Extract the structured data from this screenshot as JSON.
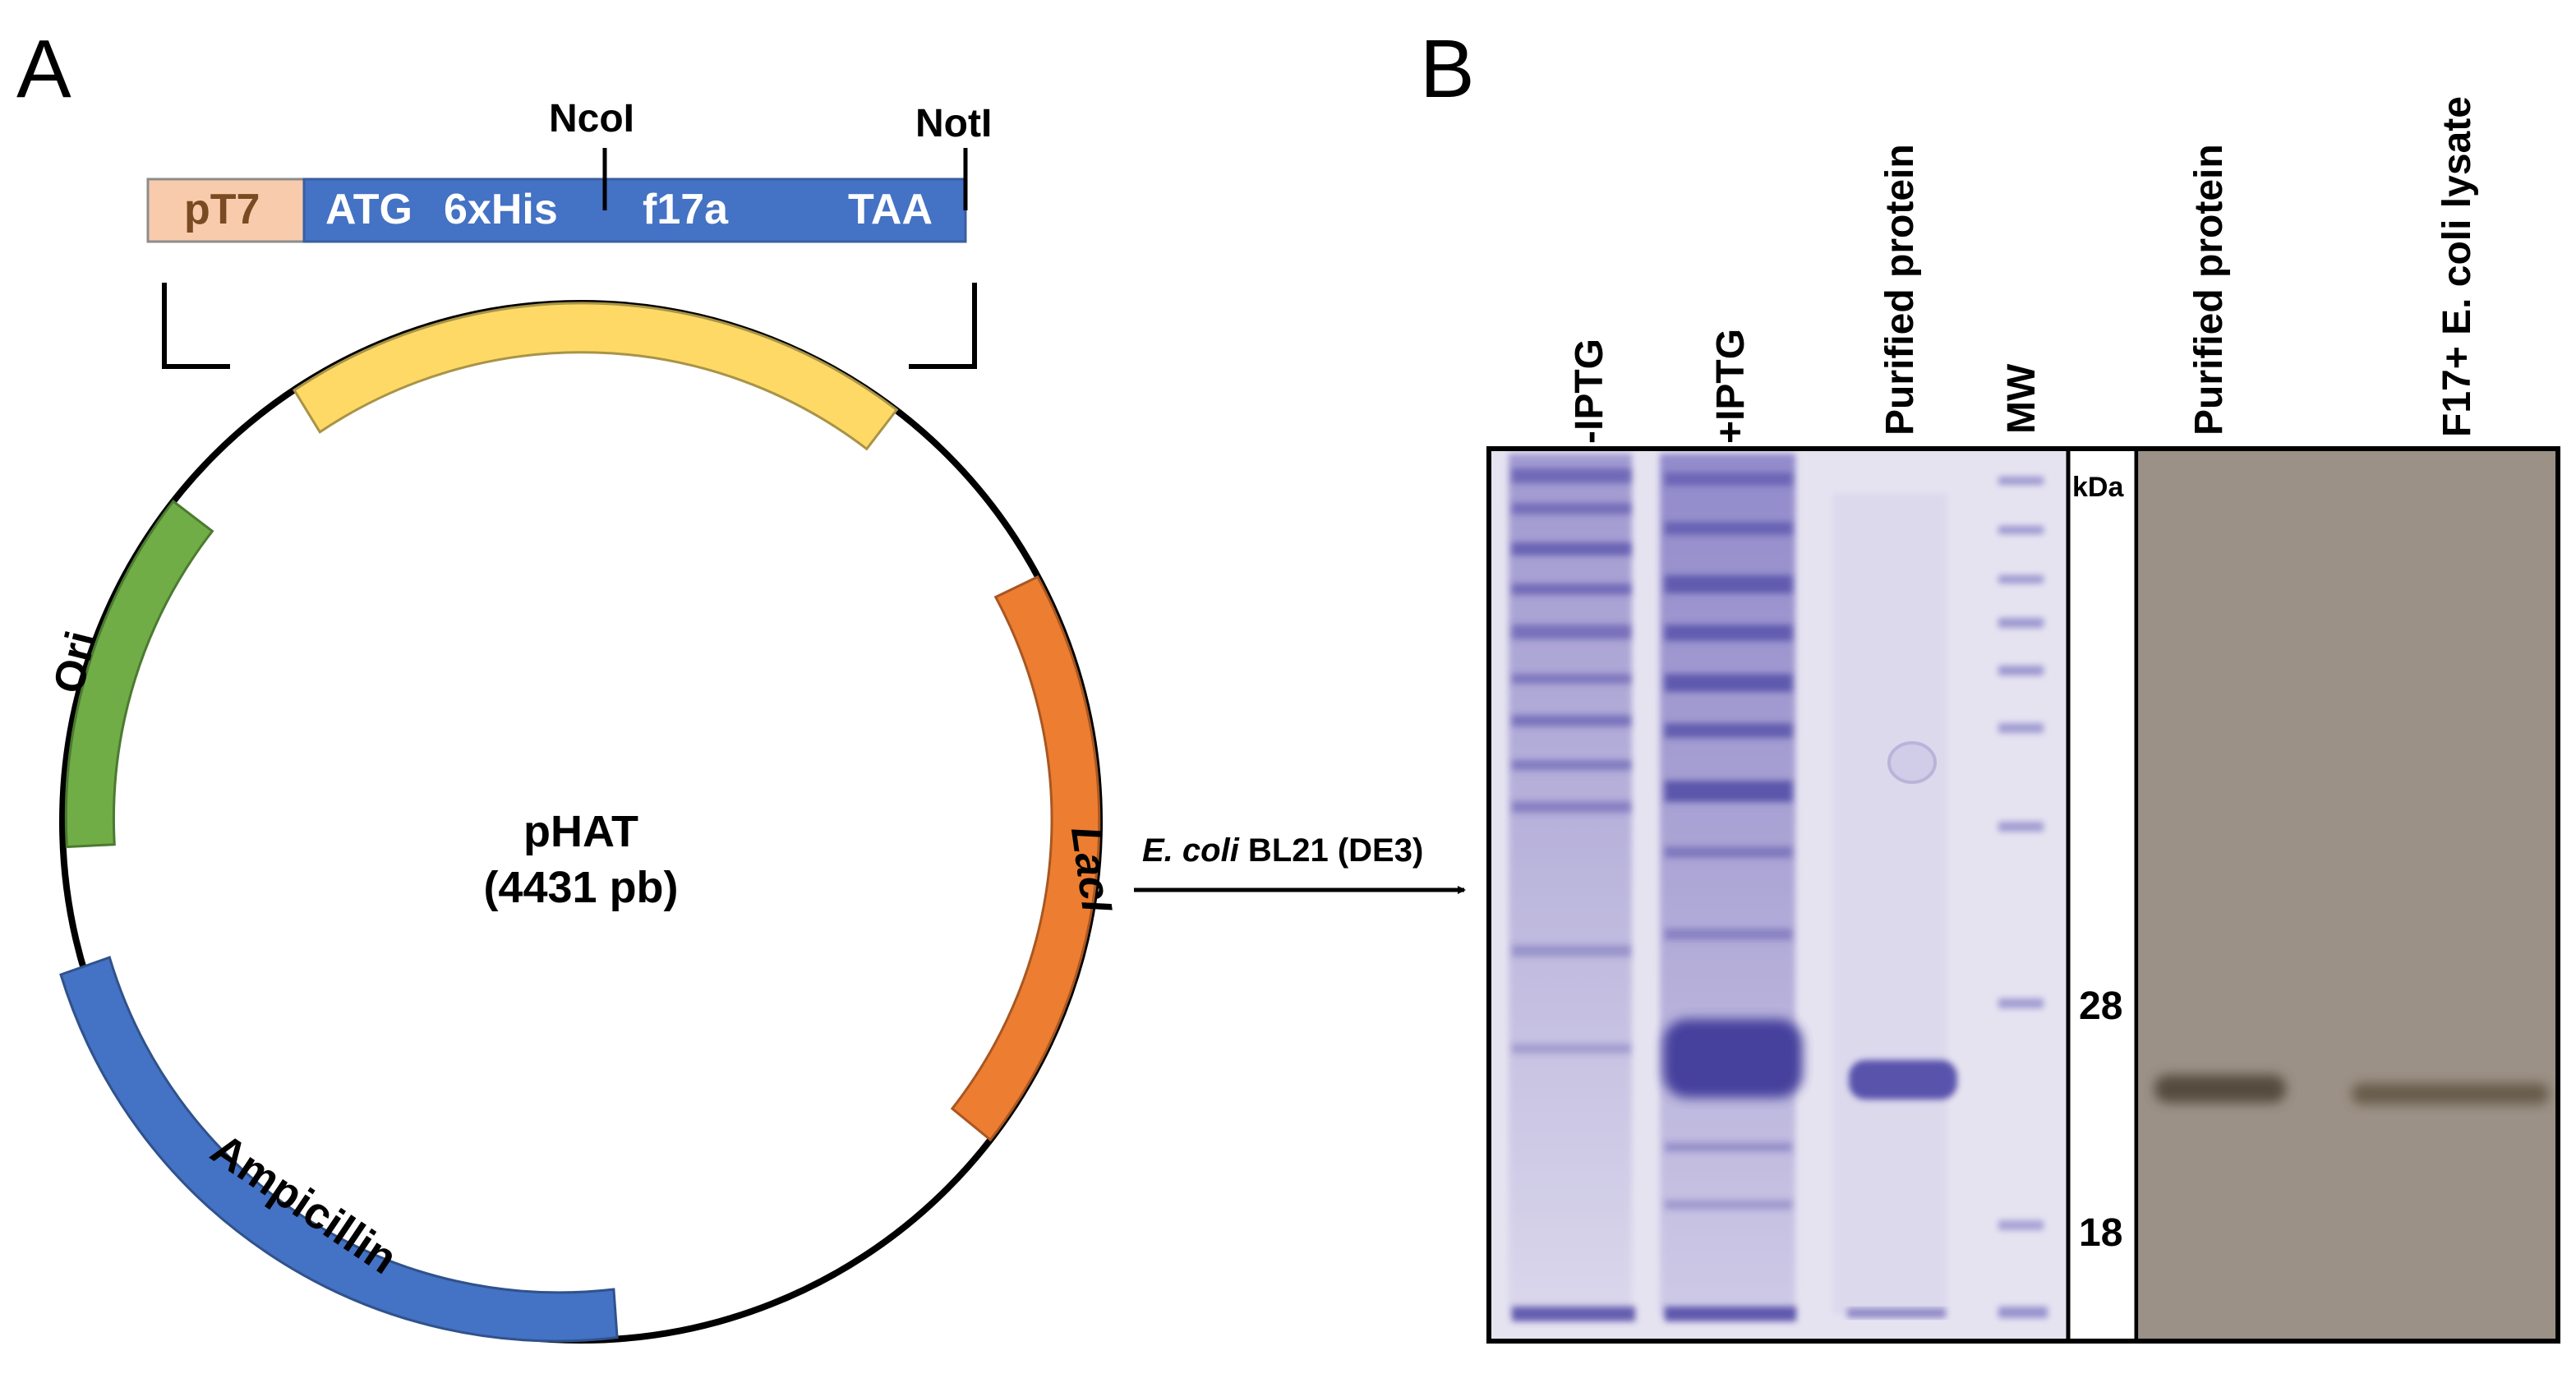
{
  "panel_a": {
    "label": "A",
    "cassette": {
      "promoter": "pT7",
      "start_codon": "ATG",
      "tag": "6xHis",
      "gene": "f17a",
      "stop_codon": "TAA",
      "site_1": "NcoI",
      "site_2": "NotI"
    },
    "plasmid": {
      "name": "pHAT",
      "size": "(4431 pb)",
      "features": {
        "ori": "Ori",
        "laci": "LacI",
        "ampicillin": "Ampicillin"
      }
    },
    "host_italic": "E. coli",
    "host_strain": " BL21 (DE3)"
  },
  "panel_b": {
    "label": "B",
    "gel_lanes": [
      "-IPTG",
      "+IPTG",
      "Purified protein",
      "MW"
    ],
    "blot_lanes": [
      "Purified protein",
      "F17+ E. coli lysate"
    ],
    "marker_unit": "kDa",
    "markers": [
      "28",
      "18"
    ]
  },
  "colors": {
    "promoter": "#f8cbad",
    "cassette": "#4472c4",
    "insert_arc": "#ffd966",
    "ori": "#70ad47",
    "laci": "#ed7d31",
    "ampicillin": "#4472c4",
    "gel_background": "#e6e3f1",
    "gel_band": "#3f3a9a",
    "blot_background": "#9c9186",
    "blot_band": "#4a4130"
  }
}
